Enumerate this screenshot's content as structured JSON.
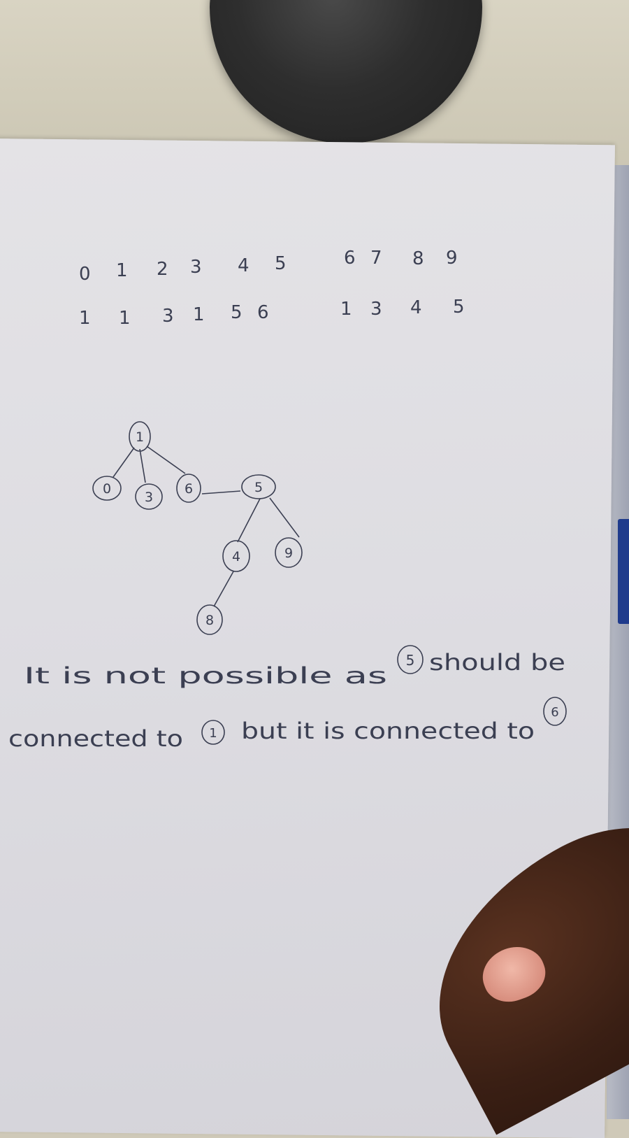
{
  "index_row": [
    "0",
    "1",
    "2",
    "3",
    "4",
    "5",
    "6",
    "7",
    "8",
    "9"
  ],
  "parent_row": [
    "1",
    "1",
    "3",
    "1",
    "5",
    "6",
    "1",
    "3",
    "4",
    "5"
  ],
  "tree": {
    "nodes": [
      "1",
      "0",
      "3",
      "6",
      "5",
      "4",
      "9",
      "8"
    ]
  },
  "note": {
    "line1_a": "It is not possible as",
    "line1_circled": "5",
    "line1_b": "should be",
    "line2_a": "connected to",
    "line2_circled_a": "1",
    "line2_b": "but it is connected to",
    "line2_circled_b": "6"
  },
  "colors": {
    "ink": "#3b3f52",
    "paper": "#e0dfe4",
    "mouse": "#2b2b2b",
    "desk": "#d2cdbb"
  }
}
